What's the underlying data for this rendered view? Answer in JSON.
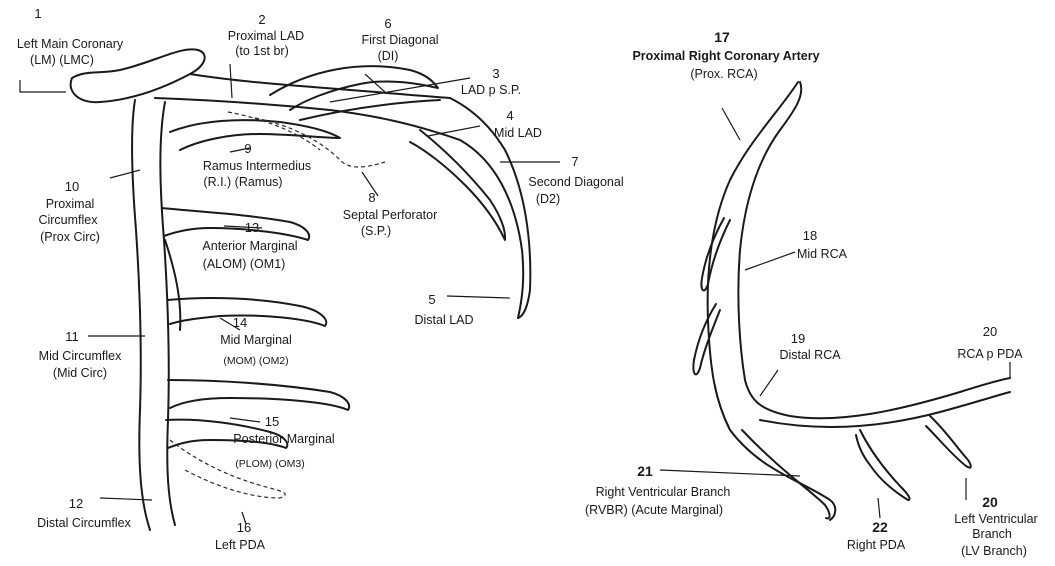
{
  "left_tree": {
    "lm": {
      "num": "1",
      "line1": "Left Main Coronary",
      "line2": "(LM) (LMC)"
    },
    "plad": {
      "num": "2",
      "line1": "Proximal LAD",
      "line2": "(to 1st br)"
    },
    "d1": {
      "num": "6",
      "line1": "First Diagonal",
      "line2": "(DI)"
    },
    "ladsp": {
      "num": "3",
      "line1": "LAD p S.P."
    },
    "mlad": {
      "num": "4",
      "line1": "Mid LAD"
    },
    "d2": {
      "num": "7",
      "line1": "Second Diagonal",
      "line2": "(D2)"
    },
    "ri": {
      "num": "9",
      "line1": "Ramus Intermedius",
      "line2": "(R.I.) (Ramus)"
    },
    "sp": {
      "num": "8",
      "line1": "Septal Perforator",
      "line2": "(S.P.)"
    },
    "pcx": {
      "num": "10",
      "line1": "Proximal",
      "line2": "Circumflex",
      "line3": "(Prox Circ)"
    },
    "om1": {
      "num": "13",
      "line1": "Anterior Marginal",
      "line2": "(ALOM) (OM1)"
    },
    "dlad": {
      "num": "5",
      "line1": "Distal LAD"
    },
    "om2": {
      "num": "14",
      "line1": "Mid Marginal",
      "line2": "(MOM) (OM2)"
    },
    "mcx": {
      "num": "11",
      "line1": "Mid Circumflex",
      "line2": "(Mid Circ)"
    },
    "om3": {
      "num": "15",
      "line1": "Posterior Marginal",
      "line2": "(PLOM) (OM3)"
    },
    "dcx": {
      "num": "12",
      "line1": "Distal Circumflex"
    },
    "lpda": {
      "num": "16",
      "line1": "Left PDA"
    }
  },
  "right_tree": {
    "prca": {
      "num": "17",
      "line1": "Proximal Right Coronary Artery",
      "line2": "(Prox. RCA)"
    },
    "mrca": {
      "num": "18",
      "line1": "Mid RCA"
    },
    "drca": {
      "num": "19",
      "line1": "Distal RCA"
    },
    "rcapda": {
      "num": "20",
      "line1": "RCA p PDA"
    },
    "rvbr": {
      "num": "21",
      "line1": "Right Ventricular Branch",
      "line2": "(RVBR)  (Acute Marginal)"
    },
    "rpda": {
      "num": "22",
      "line1": "Right PDA"
    },
    "lvb": {
      "num": "20",
      "line1": "Left Ventricular",
      "line2": "Branch",
      "line3": "(LV Branch)"
    }
  }
}
